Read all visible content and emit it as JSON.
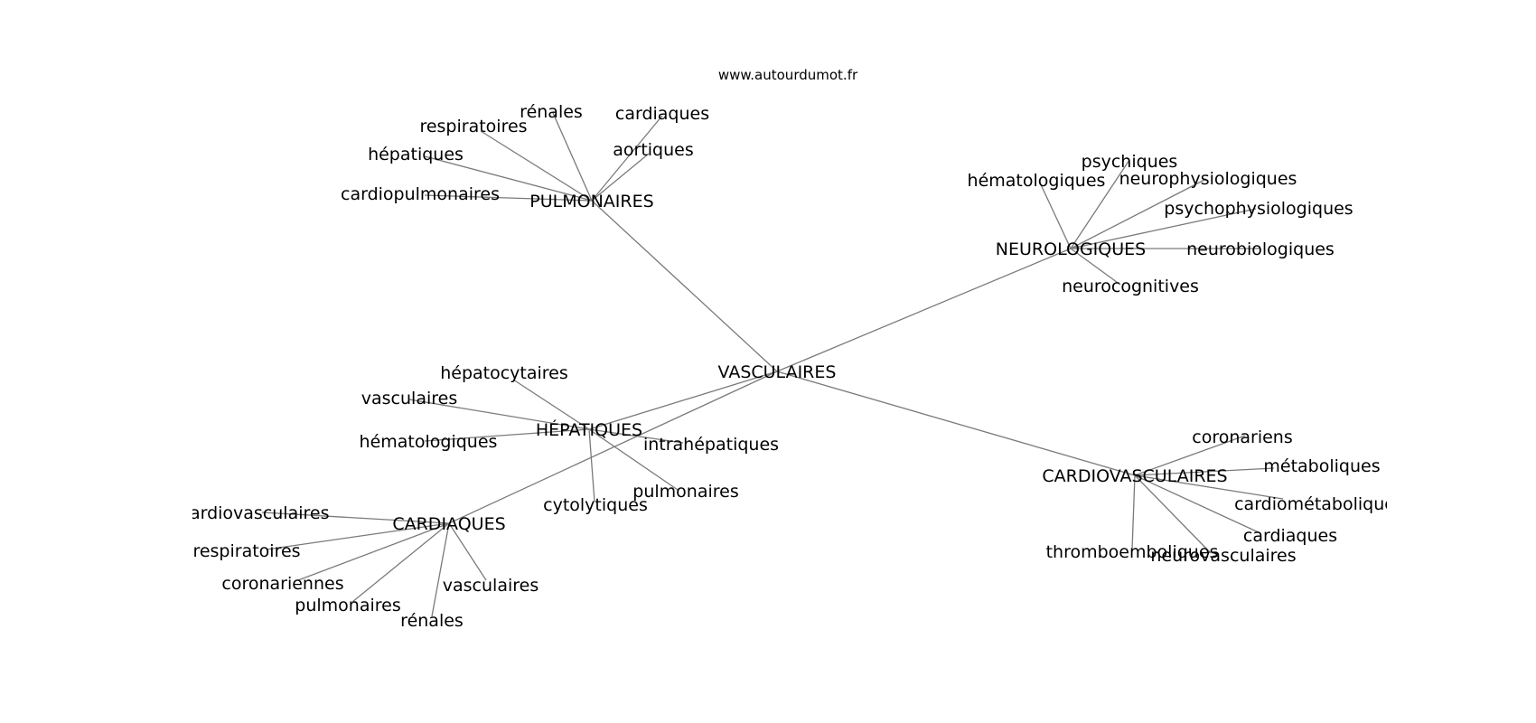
{
  "site_credit": "www.autourdumot.fr",
  "graph": {
    "center": "VASCULAIRES",
    "clusters": [
      {
        "hub": "PULMONAIRES",
        "leaves": [
          "rénales",
          "cardiaques",
          "respiratoires",
          "aortiques",
          "hépatiques",
          "cardiopulmonaires"
        ]
      },
      {
        "hub": "NEUROLOGIQUES",
        "leaves": [
          "psychiques",
          "hématologiques",
          "neurophysiologiques",
          "psychophysiologiques",
          "neurobiologiques",
          "neurocognitives"
        ]
      },
      {
        "hub": "HÉPATIQUES",
        "leaves": [
          "hépatocytaires",
          "vasculaires",
          "hématologiques",
          "intrahépatiques",
          "pulmonaires",
          "cytolytiques"
        ]
      },
      {
        "hub": "CARDIAQUES",
        "leaves": [
          "cardiovasculaires",
          "respiratoires",
          "coronariennes",
          "pulmonaires",
          "rénales",
          "vasculaires"
        ]
      },
      {
        "hub": "CARDIOVASCULAIRES",
        "leaves": [
          "coronariens",
          "métaboliques",
          "cardiométaboliques",
          "cardiaques",
          "thromboemboliques",
          "neurovasculaires"
        ]
      }
    ]
  }
}
